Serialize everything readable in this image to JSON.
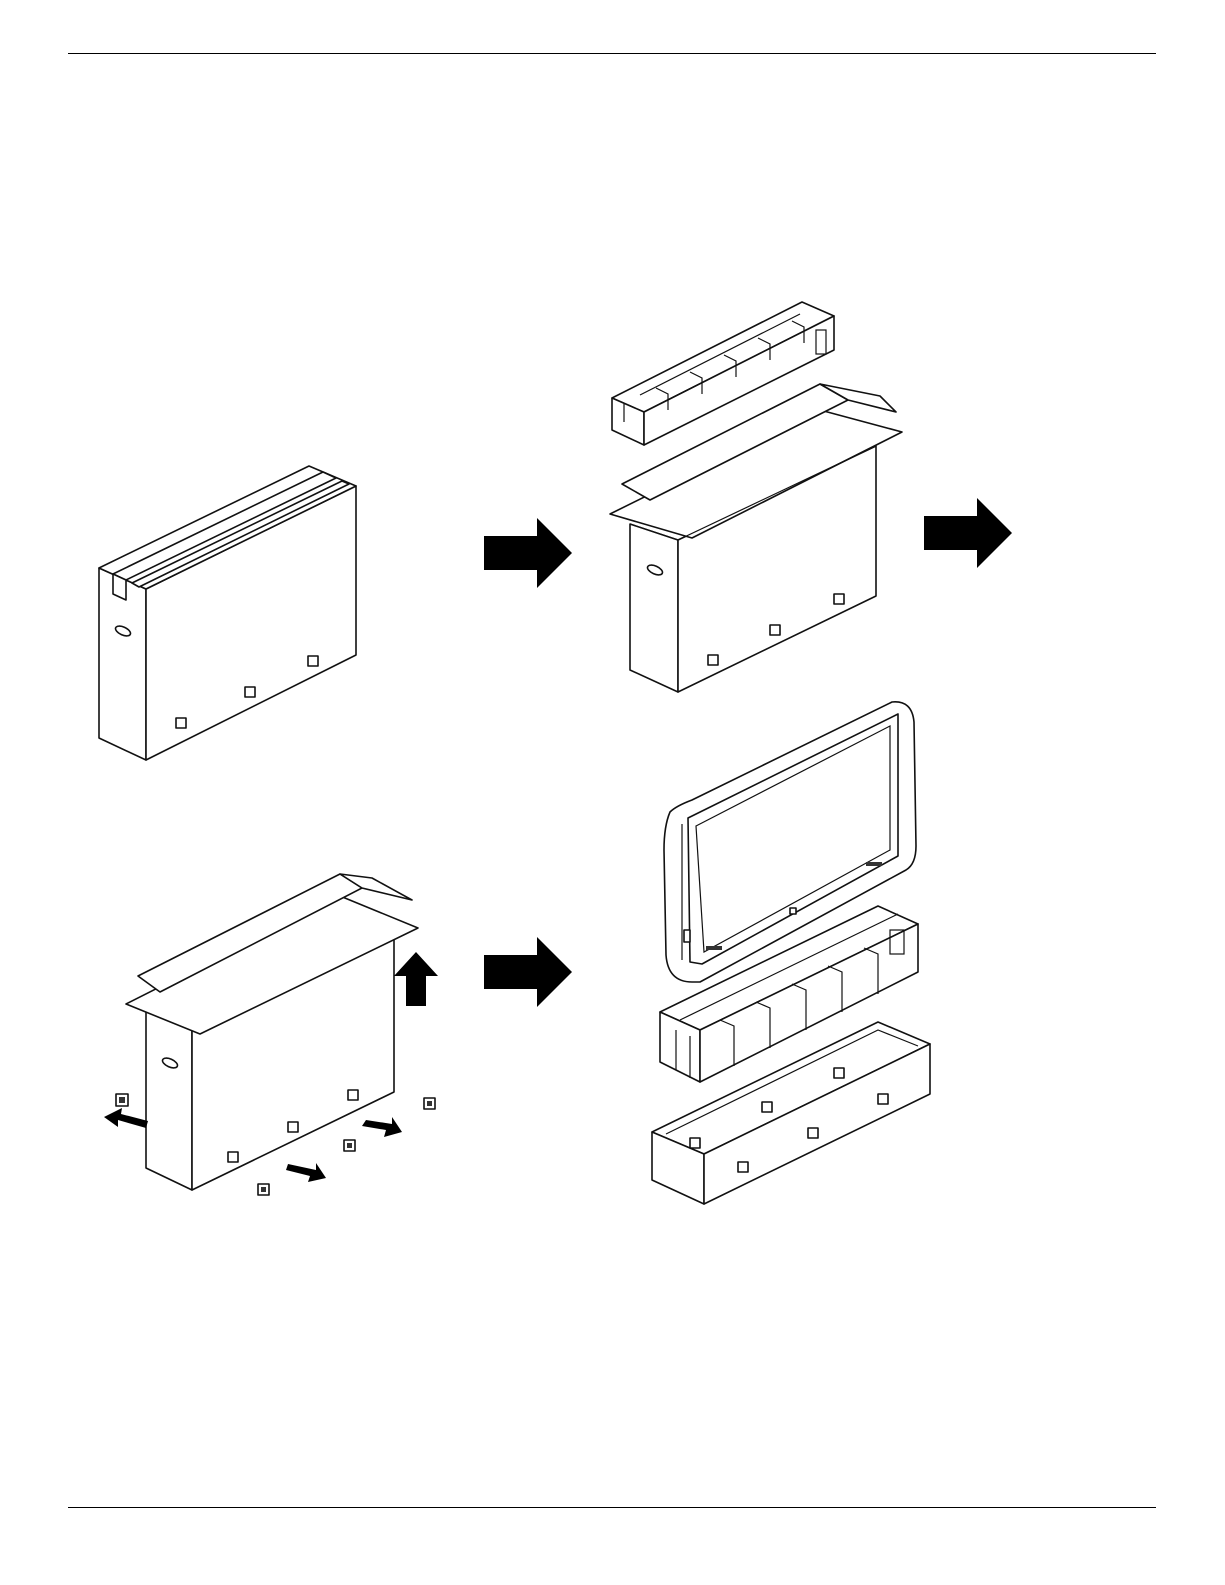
{
  "page": {
    "header_rule": true,
    "footer_rule": true
  },
  "illustration": {
    "subject": "unpacking-procedure",
    "steps": [
      {
        "step": "sealed-box"
      },
      {
        "step": "open-flaps-remove-top-cushion"
      },
      {
        "step": "remove-clips-lift-sleeve"
      },
      {
        "step": "display-bottom-cushion-tray"
      }
    ],
    "arrow_color": "#000000",
    "line_color": "#111111"
  }
}
